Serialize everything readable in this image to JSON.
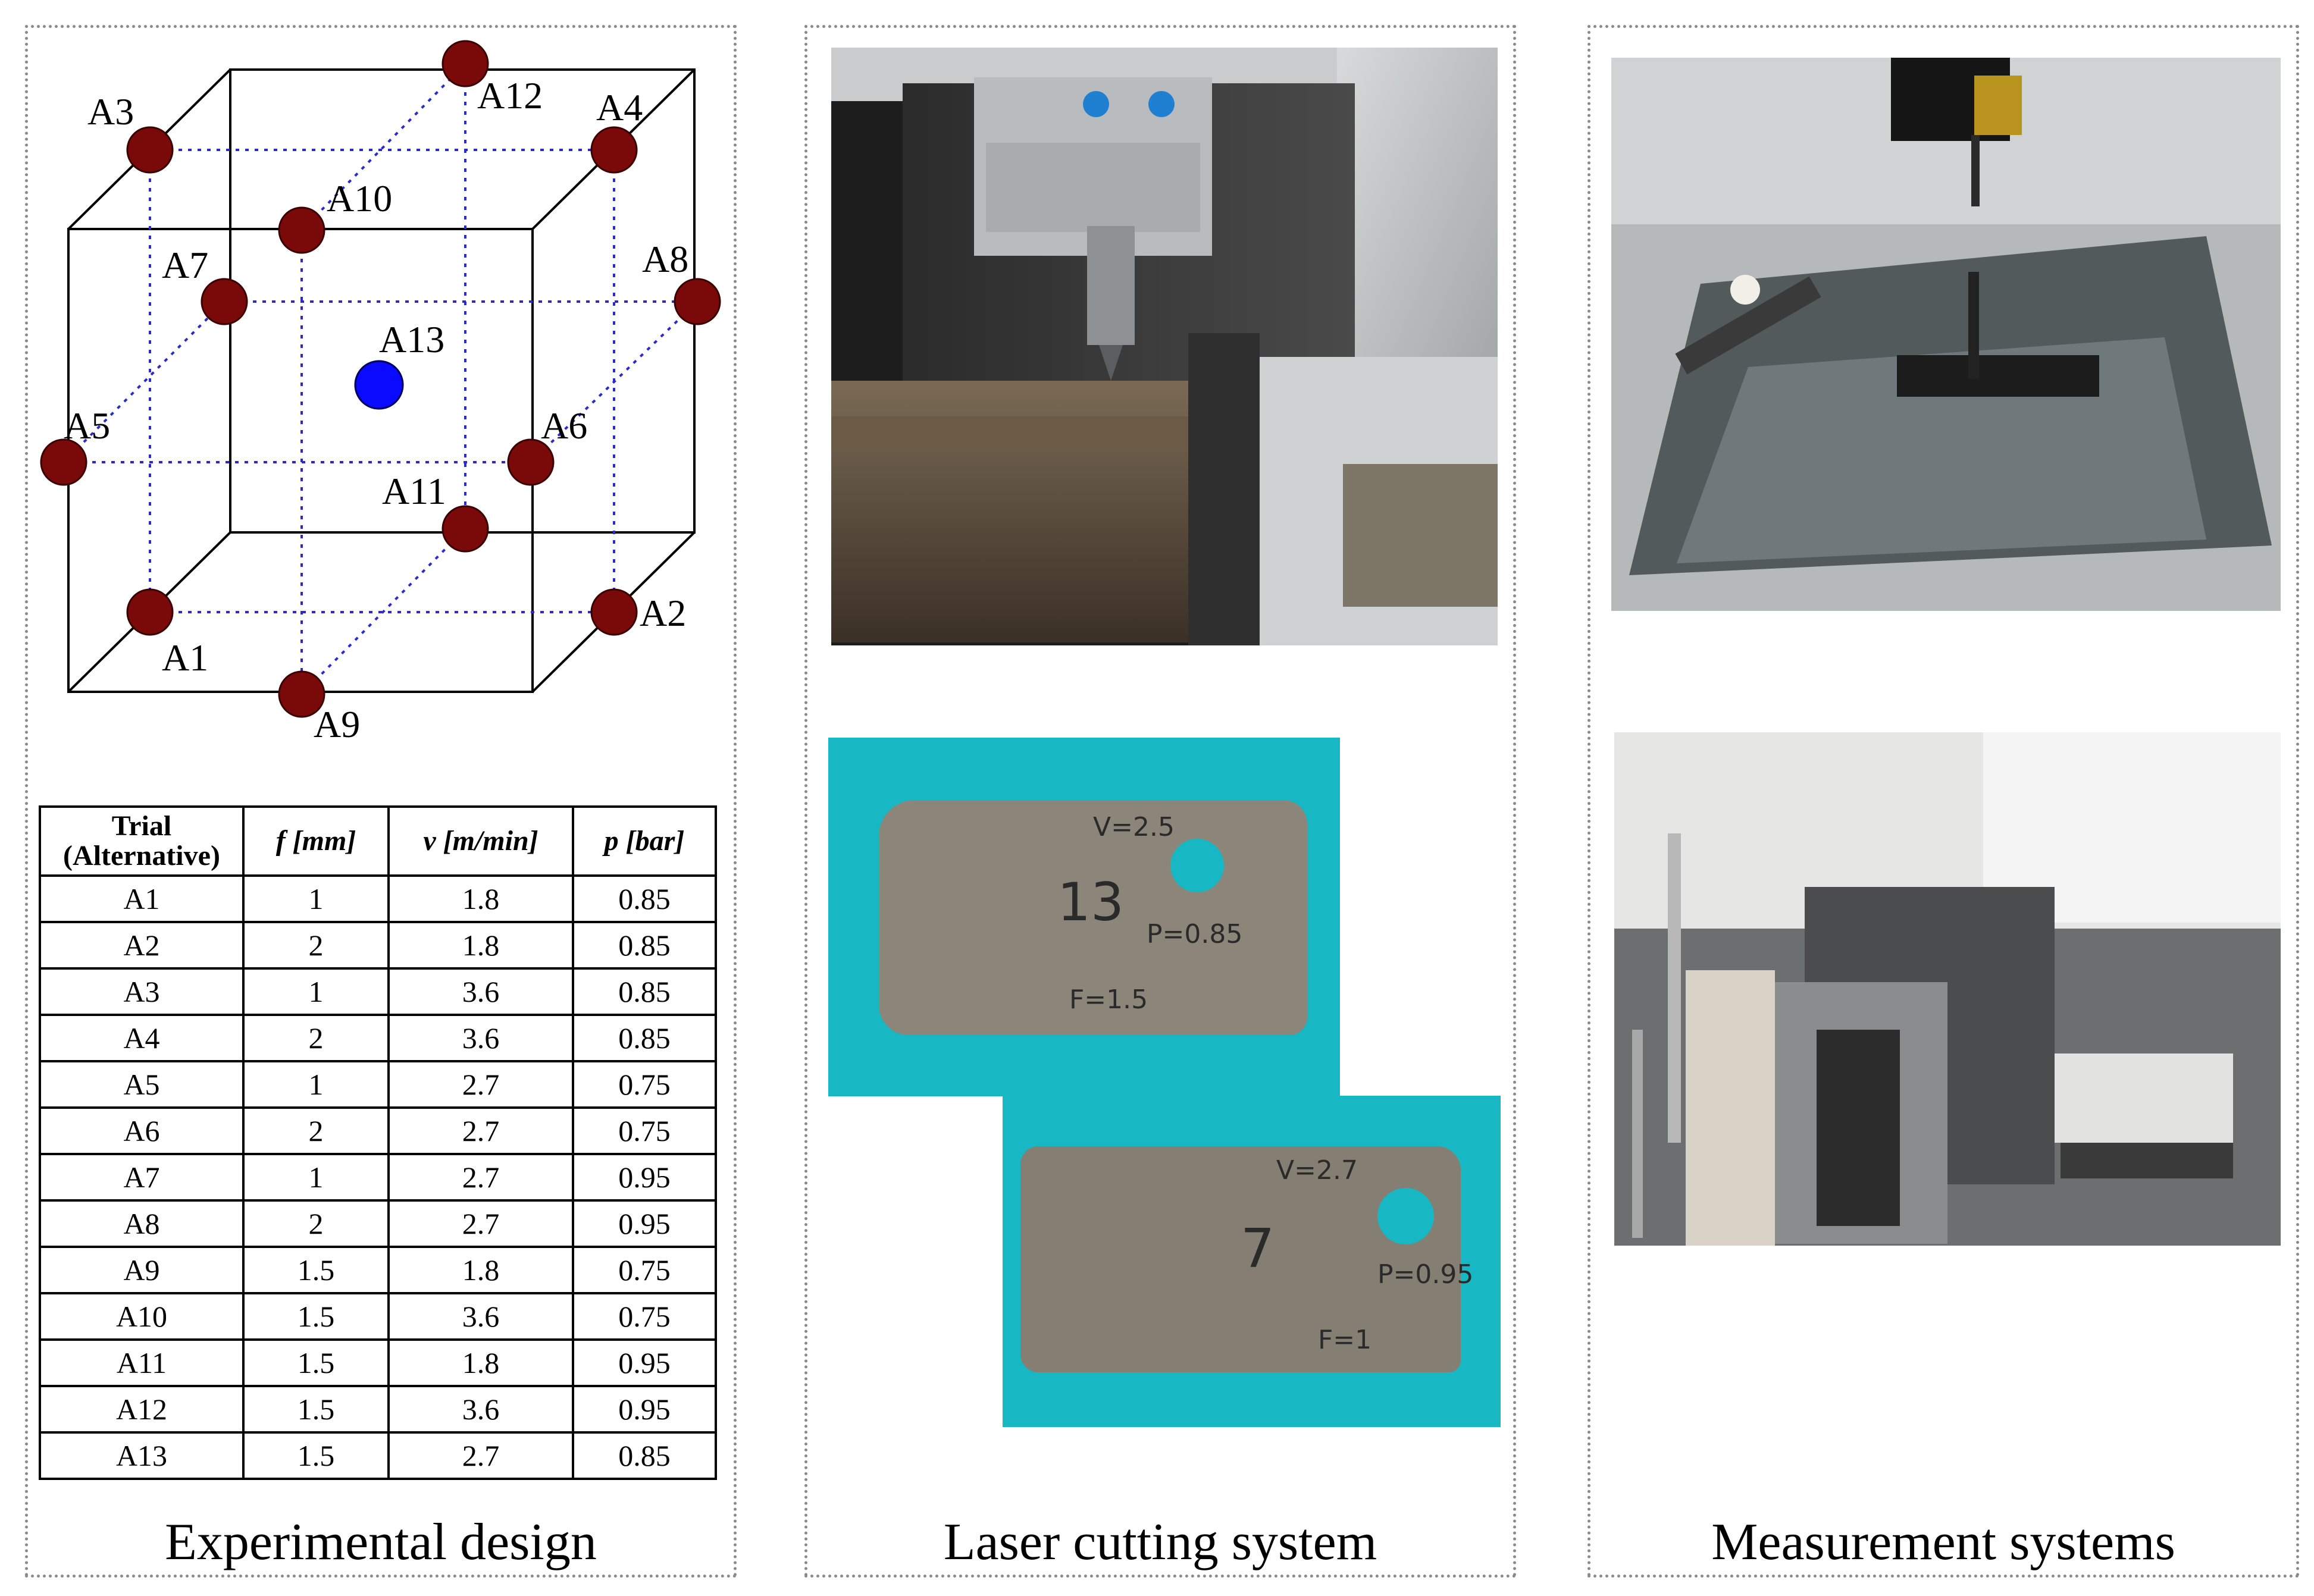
{
  "panels": {
    "experimental_design": {
      "caption": "Experimental design",
      "diagram_labels": [
        "A1",
        "A2",
        "A3",
        "A4",
        "A5",
        "A6",
        "A7",
        "A8",
        "A9",
        "A10",
        "A11",
        "A12",
        "A13"
      ],
      "table": {
        "headers": [
          "Trial (Alternative)",
          "f [mm]",
          "v [m/min]",
          "p [bar]"
        ],
        "header_parts": {
          "trial_line1": "Trial",
          "trial_line2": "(Alternative)",
          "f_sym": "f",
          "f_unit": "[mm]",
          "v_sym": "v",
          "v_unit": "[m/min]",
          "p_sym": "p",
          "p_unit": "[bar]"
        },
        "rows": [
          [
            "A1",
            "1",
            "1.8",
            "0.85"
          ],
          [
            "A2",
            "2",
            "1.8",
            "0.85"
          ],
          [
            "A3",
            "1",
            "3.6",
            "0.85"
          ],
          [
            "A4",
            "2",
            "3.6",
            "0.85"
          ],
          [
            "A5",
            "1",
            "2.7",
            "0.75"
          ],
          [
            "A6",
            "2",
            "2.7",
            "0.75"
          ],
          [
            "A7",
            "1",
            "2.7",
            "0.95"
          ],
          [
            "A8",
            "2",
            "2.7",
            "0.95"
          ],
          [
            "A9",
            "1.5",
            "1.8",
            "0.75"
          ],
          [
            "A10",
            "1.5",
            "3.6",
            "0.75"
          ],
          [
            "A11",
            "1.5",
            "1.8",
            "0.95"
          ],
          [
            "A12",
            "1.5",
            "3.6",
            "0.95"
          ],
          [
            "A13",
            "1.5",
            "2.7",
            "0.85"
          ]
        ]
      }
    },
    "laser_cutting": {
      "caption": "Laser cutting system",
      "sample_13_marks": [
        "V=2.5",
        "13",
        "P=0.85",
        "F=1.5"
      ],
      "sample_7_marks": [
        "V=2.7",
        "7",
        "P=0.95",
        "F=1"
      ]
    },
    "measurement": {
      "caption": "Measurement systems"
    }
  },
  "colors": {
    "corner_point": "#7a0a0a",
    "center_point": "#0a0aff",
    "dotted_line": "#2a2ad0",
    "background_teal": "#17b8c4"
  }
}
